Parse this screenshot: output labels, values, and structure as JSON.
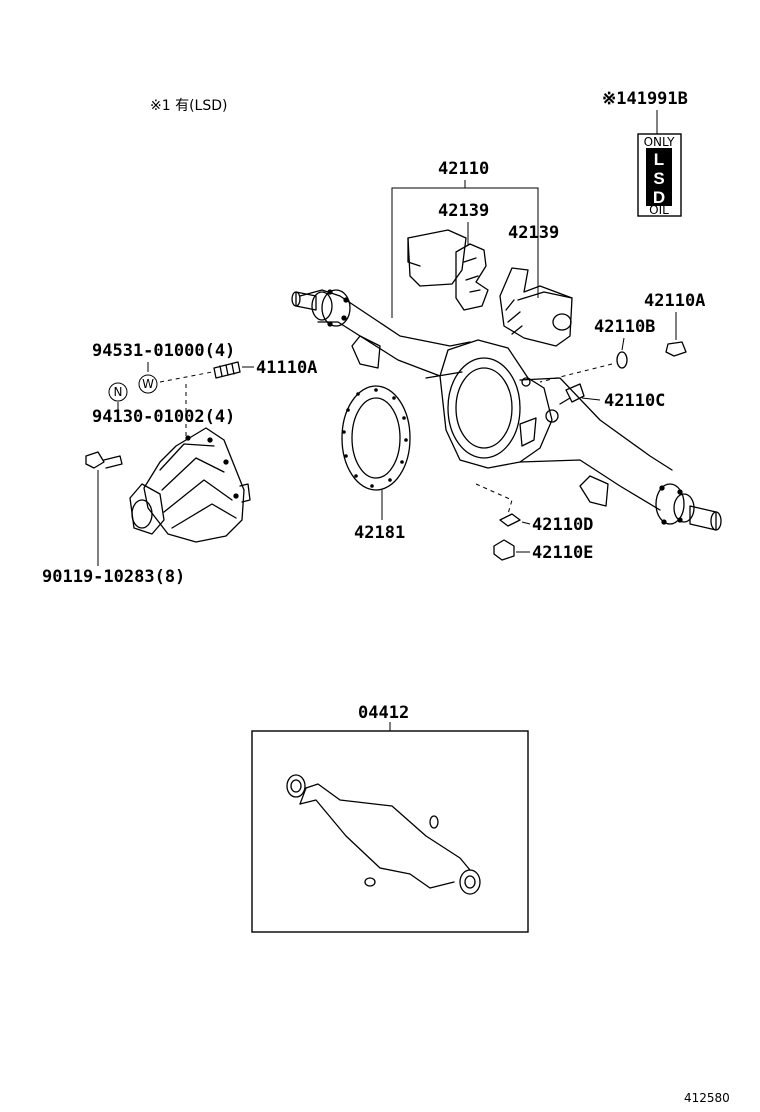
{
  "note": "※1 有(LSD)",
  "labels": {
    "lsd_plate": "※141991B",
    "housing": "42110",
    "bracket_a": "42139",
    "bracket_b": "42139",
    "bolt_a": "42110A",
    "washer_b": "42110B",
    "breather": "42110C",
    "gasket_d": "42110D",
    "plug_e": "42110E",
    "gasket": "42181",
    "stud": "41110A",
    "nut": "94531-01000(4)",
    "washer": "94130-01002(4)",
    "bolt": "90119-10283(8)",
    "kit": "04412",
    "figure_id": "412580"
  },
  "markers": {
    "nut_marker": "N",
    "washer_marker": "W"
  },
  "plate": {
    "top": "ONLY",
    "letters": [
      "L",
      "S",
      "D"
    ],
    "bottom": "OIL"
  }
}
